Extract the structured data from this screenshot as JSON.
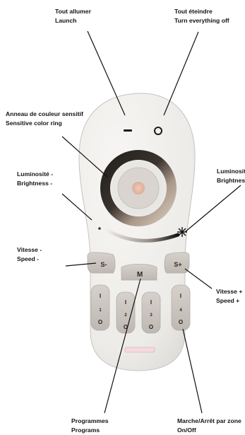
{
  "annotations": {
    "launch": {
      "fr": "Tout allumer",
      "en": "Launch"
    },
    "off_all": {
      "fr": "Tout éteindre",
      "en": "Turn everything off"
    },
    "color_ring": {
      "fr": "Anneau de couleur sensitif",
      "en": "Sensitive color ring"
    },
    "brightness_down": {
      "fr": "Luminosité -",
      "en": "Brightness -"
    },
    "brightness_up": {
      "fr": "Luminosité +",
      "en": "Brightness +"
    },
    "speed_down": {
      "fr": "Vitesse -",
      "en": "Speed -"
    },
    "speed_up": {
      "fr": "Vitesse +",
      "en": "Speed +"
    },
    "programs": {
      "fr": "Programmes",
      "en": "Programs"
    },
    "zone_onoff": {
      "fr": "Marche/Arrêt par zone",
      "en": "On/Off"
    }
  },
  "remote": {
    "key_speed_down": "S-",
    "key_mode": "M",
    "key_speed_up": "S+",
    "zones": [
      "1",
      "2",
      "3",
      "4"
    ],
    "on_glyph": "I",
    "off_glyph": "O"
  },
  "colors": {
    "body": "#ececea",
    "key": "#cbc5c0",
    "ring_dark": "#2a2623",
    "ring_light": "#b9aca0",
    "center": "#d8d2cc",
    "center_dot": "#e7b9a5"
  }
}
